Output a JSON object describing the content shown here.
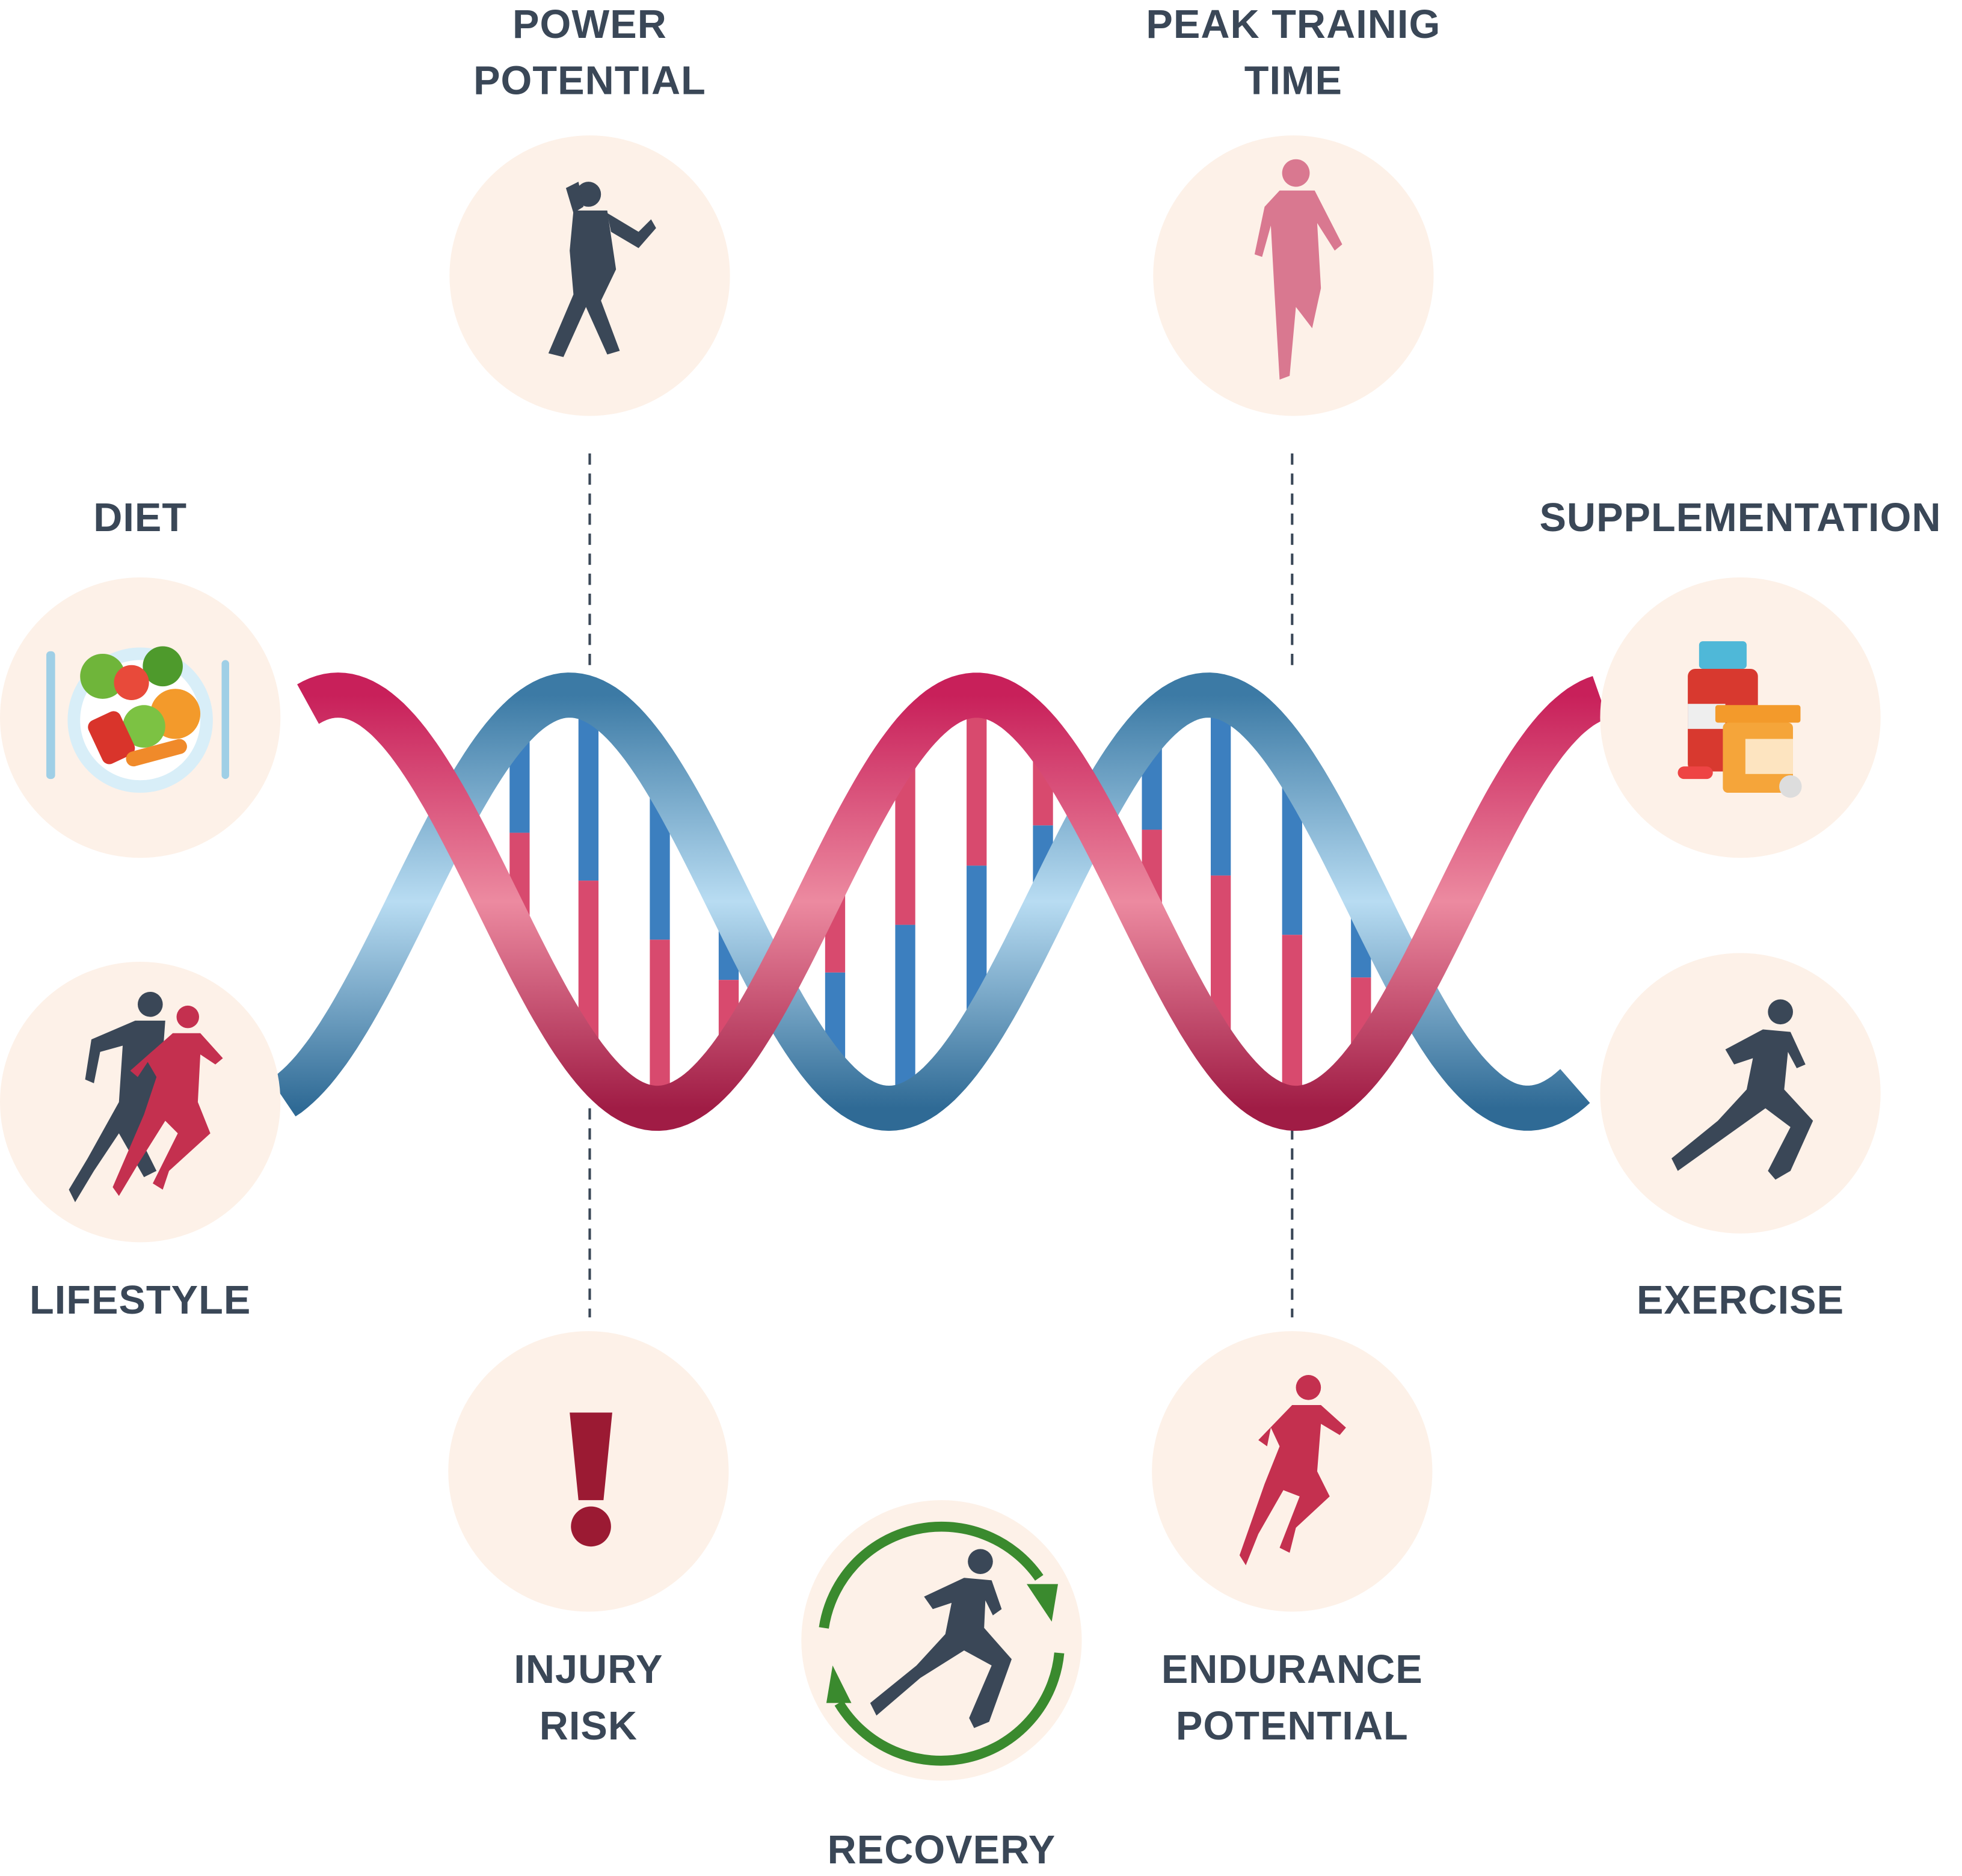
{
  "nodes": {
    "power": {
      "line1": "POWER",
      "line2": "POTENTIAL",
      "icon": "bodybuilder-icon"
    },
    "peak": {
      "line1": "PEAK TRAINIG",
      "line2": "TIME",
      "icon": "standing-runner-icon"
    },
    "diet": {
      "label": "DIET",
      "icon": "food-plate-icon"
    },
    "supplementation": {
      "label": "SUPPLEMENTATION",
      "icon": "pill-bottles-icon"
    },
    "lifestyle": {
      "label": "LIFESTYLE",
      "icon": "running-couple-icon"
    },
    "exercise": {
      "label": "EXERCISE",
      "icon": "runner-icon"
    },
    "injury": {
      "line1": "INJURY",
      "line2": "RISK",
      "icon": "exclamation-icon"
    },
    "endurance": {
      "line1": "ENDURANCE",
      "line2": "POTENTIAL",
      "icon": "female-runner-icon"
    },
    "recovery": {
      "label": "RECOVERY",
      "icon": "recovery-cycle-icon"
    }
  },
  "colors": {
    "text": "#3a4757",
    "circle": "#fdf1e8",
    "red_strand": "#c8305a",
    "blue_strand": "#4a86b0",
    "recovery_green": "#3a8a2e",
    "warning": "#9b1a33"
  }
}
